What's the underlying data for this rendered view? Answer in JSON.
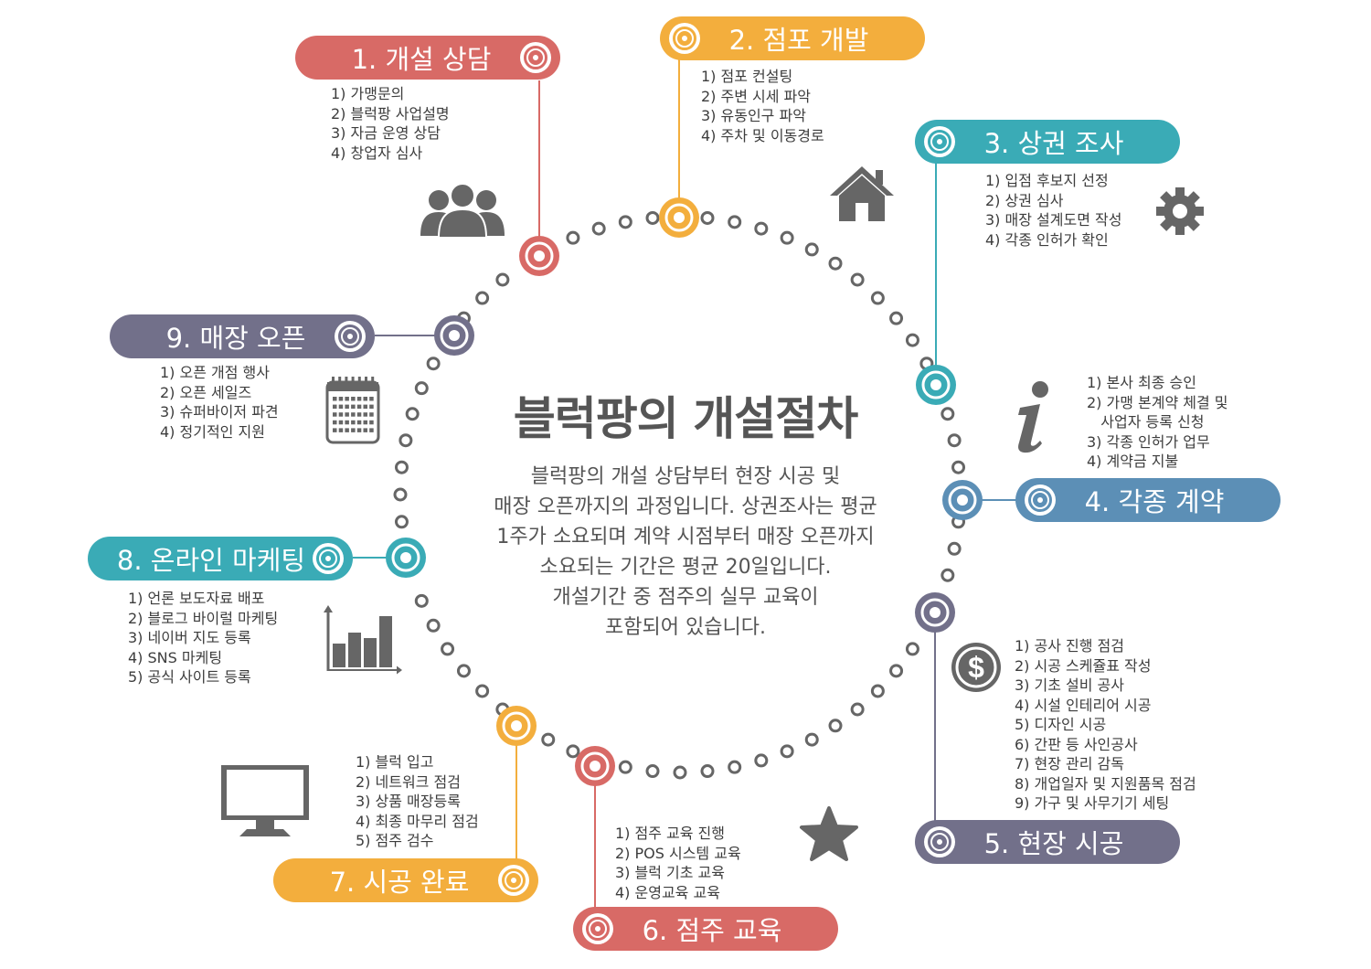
{
  "title": "블럭팡의 개설절차",
  "description": "블럭팡의 개설 상담부터 현장 시공 및\n매장 오픈까지의 과정입니다. 상권조사는 평균\n1주가 소요되며 계약 시점부터 매장 오픈까지\n소요되는 기간은 평균 20일입니다.\n개설기간 중  점주의 실무 교육이\n포함되어 있습니다.",
  "colors": {
    "red": "#d86a66",
    "orange": "#f3ae3d",
    "teal": "#3aabb6",
    "blue": "#5c8fb6",
    "purple": "#72708a",
    "gray": "#666666"
  },
  "steps": [
    {
      "label": "1. 개설 상담",
      "color": "#d86a66",
      "icon": "people-icon",
      "items": [
        "1) 가맹문의",
        "2) 블럭팡 사업설명",
        "3) 자금 운영 상담",
        "4) 창업자 심사"
      ]
    },
    {
      "label": "2. 점포 개발",
      "color": "#f3ae3d",
      "icon": "home-icon",
      "items": [
        "1) 점포 컨설팅",
        "2) 주변 시세 파악",
        "3) 유동인구 파악",
        "4) 주차 및 이동경로"
      ]
    },
    {
      "label": "3. 상권 조사",
      "color": "#3aabb6",
      "icon": "gear-icon",
      "items": [
        "1) 입점 후보지 선정",
        "2) 상권 심사",
        "3) 매장 설계도면 작성",
        "4) 각종 인허가 확인"
      ]
    },
    {
      "label": "4. 각종 계약",
      "color": "#5c8fb6",
      "icon": "info-icon",
      "items": [
        "1) 본사 최종 승인",
        "2) 가맹 본계약 체결 및",
        "   사업자 등록 신청",
        "3) 각종 인허가 업무",
        "4) 계약금 지불"
      ]
    },
    {
      "label": "5. 현장 시공",
      "color": "#72708a",
      "icon": "dollar-icon",
      "items": [
        "1) 공사 진행 점검",
        "2) 시공 스케쥴표 작성",
        "3) 기초 설비 공사",
        "4) 시설 인테리어 시공",
        "5) 디자인 시공",
        "6) 간판 등 사인공사",
        "7) 현장 관리 감독",
        "8) 개업일자 및 지원품목 점검",
        "9) 가구 및 사무기기 세팅"
      ]
    },
    {
      "label": "6. 점주 교육",
      "color": "#d86a66",
      "icon": "star-icon",
      "items": [
        "1) 점주 교육 진행",
        "2) POS 시스템 교육",
        "3) 블럭 기초 교육",
        "4) 운영교육 교육"
      ]
    },
    {
      "label": "7. 시공 완료",
      "color": "#f3ae3d",
      "icon": "monitor-icon",
      "items": [
        "1) 블럭 입고",
        "2) 네트워크 점검",
        "3) 상품 매장등록",
        "4) 최종 마무리 점검",
        "5) 점주 검수"
      ]
    },
    {
      "label": "8. 온라인 마케팅",
      "color": "#3aabb6",
      "icon": "bar-chart-icon",
      "items": [
        "1) 언론 보도자료 배포",
        "2) 블로그 바이럴 마케팅",
        "3) 네이버 지도 등록",
        "4) SNS 마케팅",
        "5) 공식 사이트 등록"
      ]
    },
    {
      "label": "9. 매장 오픈",
      "color": "#72708a",
      "icon": "calendar-icon",
      "items": [
        "1) 오픈 개점 행사",
        "2) 오픈 세일즈",
        "3) 슈퍼바이저 파견",
        "4) 정기적인 지원"
      ]
    }
  ]
}
